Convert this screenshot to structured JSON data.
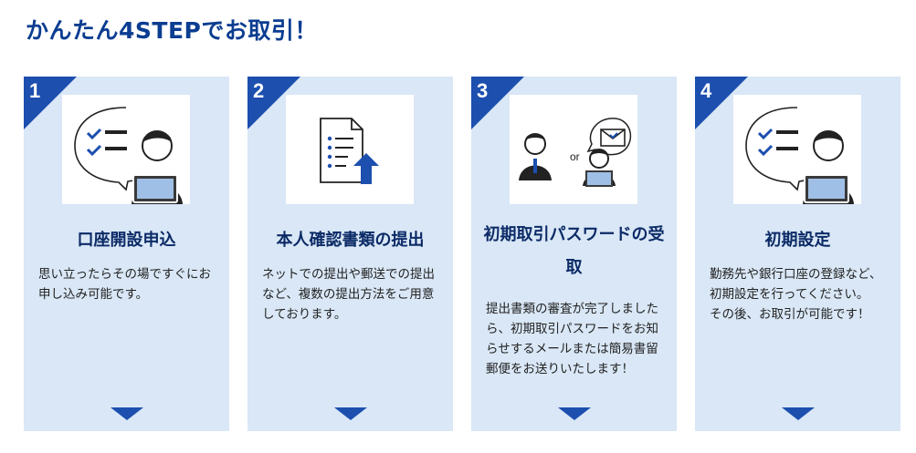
{
  "title": "かんたん4STEPでお取引！",
  "steps": [
    {
      "number": "1",
      "title": "口座開設申込",
      "description": "思い立ったらその場ですぐにお申し込み可能です。",
      "icon": "person-checklist-speech-icon"
    },
    {
      "number": "2",
      "title": "本人確認書類の提出",
      "description": "ネットでの提出や郵送での提出など、複数の提出方法をご用意しております。",
      "icon": "document-upload-icon"
    },
    {
      "number": "3",
      "title": "初期取引パスワードの受取",
      "description": "提出書類の審査が完了しましたら、初期取引パスワードをお知らせするメールまたは簡易書留郵便をお送りいたします！",
      "or_label": "or",
      "icon": "mail-or-postman-icon"
    },
    {
      "number": "4",
      "title": "初期設定",
      "description": "勤務先や銀行口座の登録など、初期設定を行ってください。\nその後、お取引が可能です！",
      "icon": "person-checklist-speech-icon"
    }
  ],
  "colors": {
    "accent": "#1c4fae",
    "card_bg": "#d9e7f6",
    "title": "#0b3d91"
  }
}
